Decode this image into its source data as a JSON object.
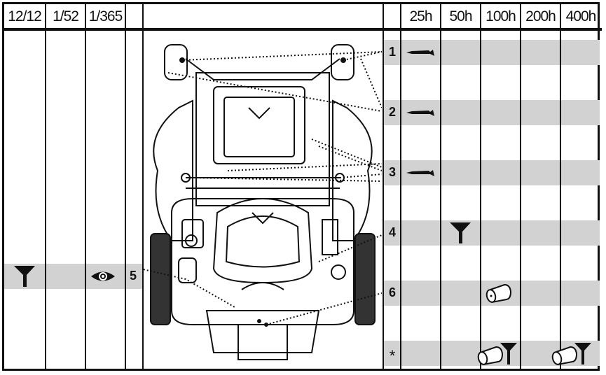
{
  "header": {
    "left_columns": [
      "12/12",
      "1/52",
      "1/365"
    ],
    "right_columns": [
      "25h",
      "50h",
      "100h",
      "200h",
      "400h"
    ]
  },
  "rows": [
    {
      "label": "1",
      "icons": {
        "25h": "grease-gun-icon"
      }
    },
    {
      "label": "2",
      "icons": {
        "25h": "grease-gun-icon"
      }
    },
    {
      "label": "3",
      "icons": {
        "25h": "grease-gun-icon"
      }
    },
    {
      "label": "4",
      "icons": {
        "50h": "funnel-icon"
      }
    },
    {
      "label": "5",
      "icons": {
        "12/12": "funnel-icon",
        "1/365": "eye-icon"
      }
    },
    {
      "label": "6",
      "icons": {
        "100h": "filter-cartridge-icon"
      }
    },
    {
      "label": "*",
      "icons": {
        "100h": "filter-cartridge-and-funnel-icon",
        "400h": "filter-cartridge-and-funnel-icon"
      }
    }
  ],
  "colors": {
    "band": "#d2d2d2",
    "line": "#111111"
  }
}
